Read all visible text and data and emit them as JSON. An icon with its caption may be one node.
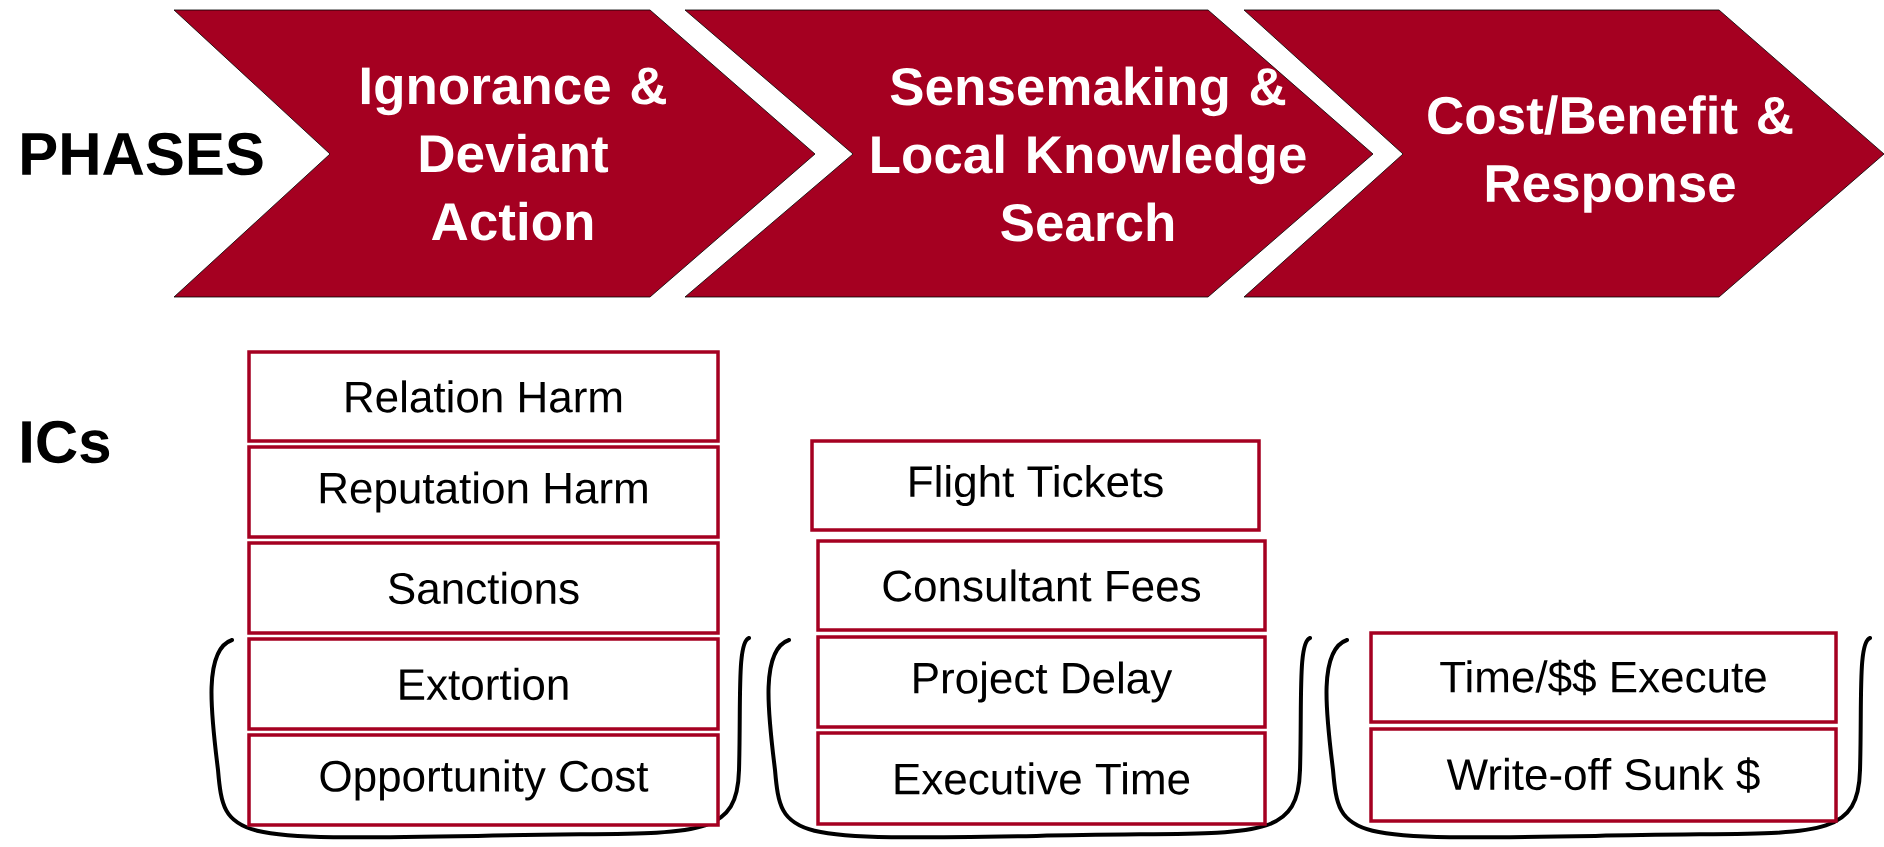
{
  "diagram": {
    "nodes": [
      {
        "text": [
          "Ignorance & Deviant Action"
        ]
      },
      {
        "text": [
          "Sensemaking & Local Knowledge Search"
        ]
      },
      {
        "text": [
          "Cost/Benefit & Response"
        ]
      },
      {
        "text": [
          "Relation Harm"
        ]
      },
      {
        "text": [
          "Reputation Harm"
        ]
      },
      {
        "text": [
          "Sanctions"
        ]
      },
      {
        "text": [
          "Extortion"
        ]
      },
      {
        "text": [
          "Opportunity Cost"
        ]
      },
      {
        "text": [
          "Flight Tickets"
        ]
      },
      {
        "text": [
          "Consultant Fees"
        ]
      },
      {
        "text": [
          "Project Delay"
        ]
      },
      {
        "text": [
          "Executive Time"
        ]
      },
      {
        "text": [
          "Time/$$ Execute"
        ]
      },
      {
        "text": [
          "Write-off Sunk $"
        ]
      }
    ],
    "labels": [
      "PHASES",
      "ICs"
    ]
  }
}
